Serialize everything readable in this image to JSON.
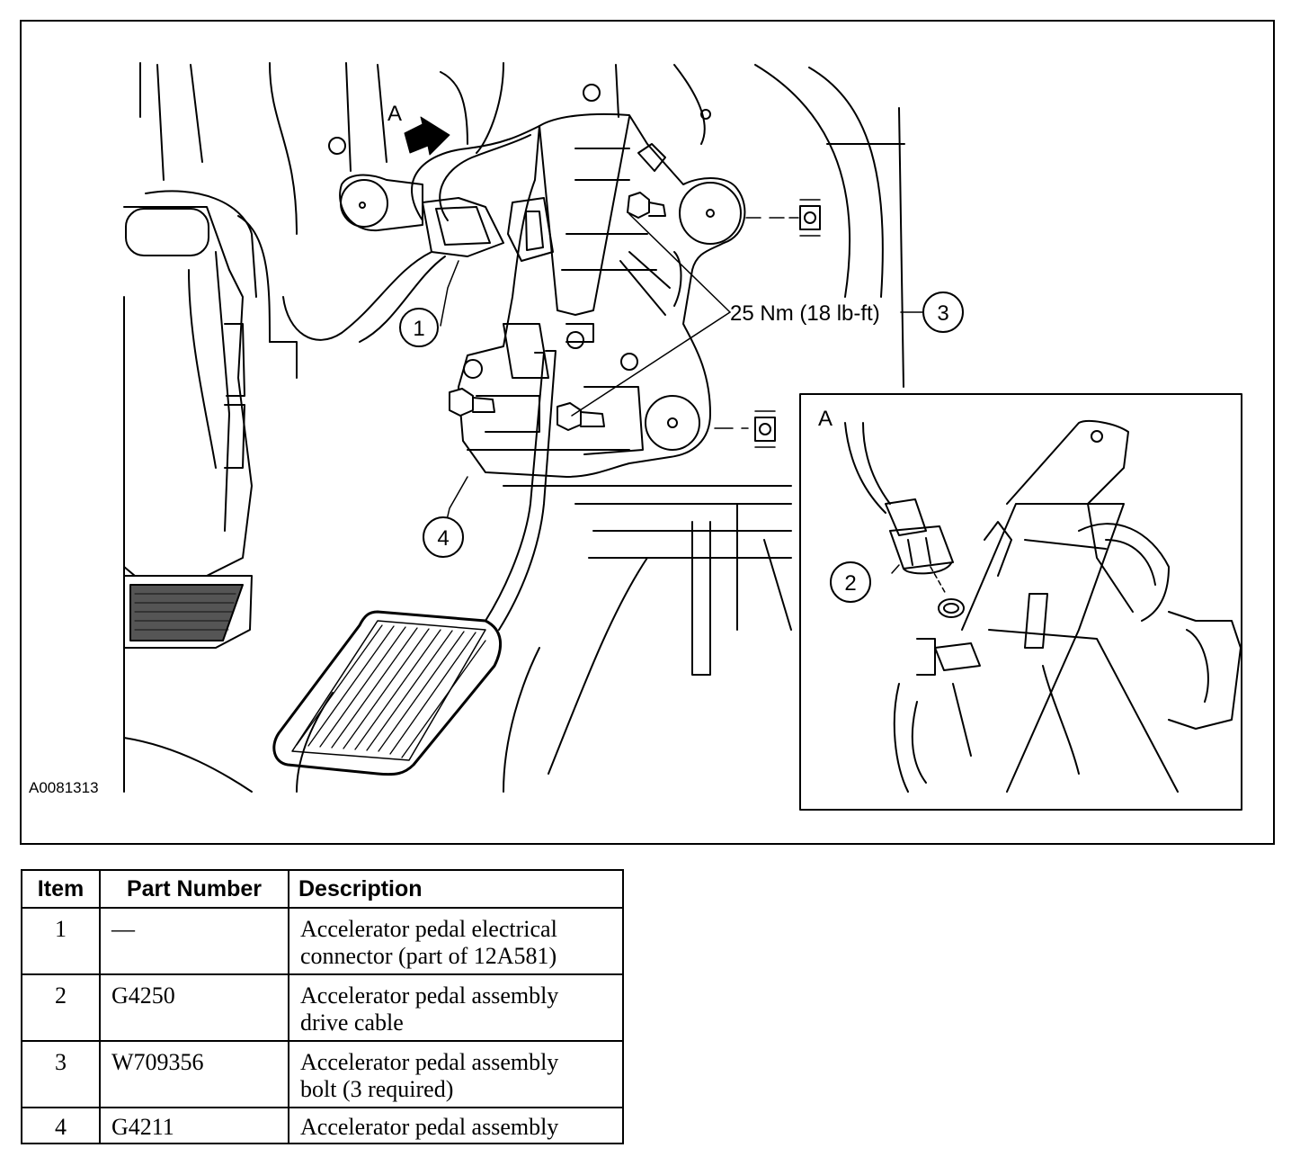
{
  "figure": {
    "id": "A0081313",
    "detail_view_letter": "A",
    "torque_spec": "25 Nm (18 lb-ft)",
    "callouts": [
      "1",
      "2",
      "3",
      "4"
    ]
  },
  "table": {
    "headers": {
      "item": "Item",
      "part_number": "Part Number",
      "description": "Description"
    },
    "rows": [
      {
        "item": "1",
        "part_number": "—",
        "description_1": "Accelerator pedal electrical",
        "description_2": "connector (part of 12A581)"
      },
      {
        "item": "2",
        "part_number": "G4250",
        "description_1": "Accelerator pedal assembly",
        "description_2": "drive cable"
      },
      {
        "item": "3",
        "part_number": "W709356",
        "description_1": "Accelerator pedal assembly",
        "description_2": "bolt (3 required)"
      },
      {
        "item": "4",
        "part_number": "G4211",
        "description_1": "Accelerator pedal assembly",
        "description_2": ""
      }
    ]
  }
}
